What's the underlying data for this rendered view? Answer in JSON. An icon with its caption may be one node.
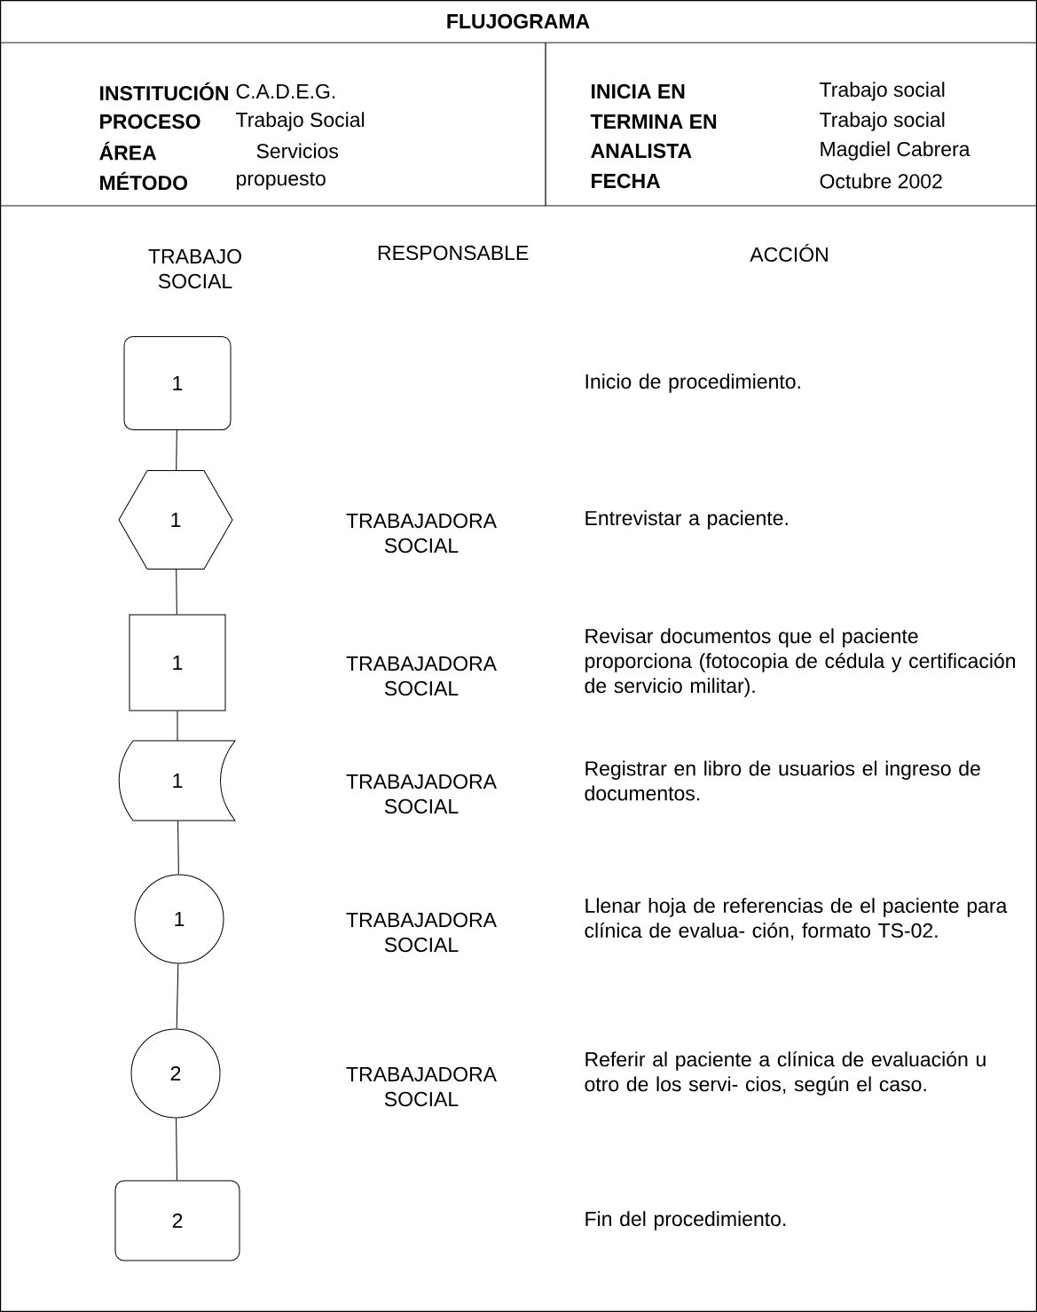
{
  "diagram": {
    "title": "FLUJOGRAMA",
    "nodes": [
      {
        "text": [
          "1"
        ]
      },
      {
        "text": [
          "1"
        ]
      },
      {
        "text": [
          "1"
        ]
      },
      {
        "text": [
          "1"
        ]
      },
      {
        "text": [
          "1"
        ]
      },
      {
        "text": [
          "2"
        ]
      },
      {
        "text": [
          "2"
        ]
      }
    ],
    "edges": [
      {
        "from": 0,
        "to": 1,
        "arrow": "none"
      },
      {
        "from": 1,
        "to": 2,
        "arrow": "none"
      },
      {
        "from": 2,
        "to": 3,
        "arrow": "none"
      },
      {
        "from": 3,
        "to": 4,
        "arrow": "none"
      },
      {
        "from": 4,
        "to": 5,
        "arrow": "none"
      },
      {
        "from": 5,
        "to": 6,
        "arrow": "none"
      }
    ],
    "labels": [
      "INSTITUCIÓN",
      "C.A.D.E.G.",
      "PROCESO",
      "Trabajo Social",
      "ÁREA",
      "Servicios",
      "MÉTODO",
      "propuesto",
      "INICIA EN",
      "Trabajo social",
      "TERMINA EN",
      "Trabajo social",
      "ANALISTA",
      "Magdiel Cabrera",
      "FECHA",
      "Octubre 2002",
      "TRABAJO SOCIAL",
      "RESPONSABLE",
      "ACCIÓN",
      "Inicio de procedimiento.",
      "TRABAJADORA SOCIAL",
      "Entrevistar a paciente.",
      "TRABAJADORA SOCIAL",
      "Revisar documentos que el paciente proporciona (fotocopia de cédula y certificación de servicio militar).",
      "TRABAJADORA SOCIAL",
      "Registrar en libro de usuarios el ingreso de documentos.",
      "TRABAJADORA SOCIAL",
      "Llenar hoja de referencias de el paciente para clínica de evalua- ción, formato TS-02.",
      "TRABAJADORA SOCIAL",
      "Referir al paciente a clínica de evaluación u otro de los servi- cios, según el caso.",
      "Fin del procedimiento."
    ]
  }
}
